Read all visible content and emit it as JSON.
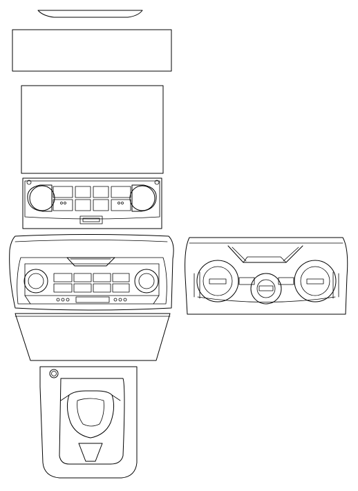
{
  "drawing": {
    "line_color": "#000000",
    "background": "#ffffff",
    "parts": [
      "top-trim-strip",
      "display-bezel",
      "center-screen",
      "climate-control-panel",
      "center-console-front",
      "climate-panel-alt-variant",
      "lower-trim-panel",
      "gear-shifter-tray"
    ]
  }
}
